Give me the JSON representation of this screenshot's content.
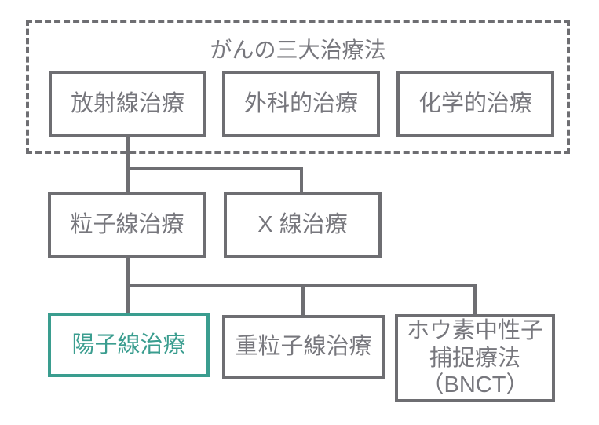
{
  "colors": {
    "line": "#6e6e72",
    "text": "#77777d",
    "accent": "#3a9d8f",
    "background": "#ffffff"
  },
  "diagram": {
    "group_title": "がんの三大治療法",
    "nodes": {
      "radiation": {
        "label": "放射線治療"
      },
      "surgical": {
        "label": "外科的治療"
      },
      "chemical": {
        "label": "化学的治療"
      },
      "particle": {
        "label": "粒子線治療"
      },
      "xray": {
        "label": "X 線治療"
      },
      "proton": {
        "label": "陽子線治療",
        "highlighted": true
      },
      "heavy_ion": {
        "label": "重粒子線治療"
      },
      "bnct": {
        "label": "ホウ素中性子\n捕捉療法\n（BNCT）"
      }
    },
    "edges": [
      {
        "from": "放射線治療",
        "to": "粒子線治療"
      },
      {
        "from": "放射線治療",
        "to": "X 線治療"
      },
      {
        "from": "粒子線治療",
        "to": "陽子線治療"
      },
      {
        "from": "粒子線治療",
        "to": "重粒子線治療"
      },
      {
        "from": "粒子線治療",
        "to": "ホウ素中性子捕捉療法（BNCT）"
      }
    ]
  }
}
